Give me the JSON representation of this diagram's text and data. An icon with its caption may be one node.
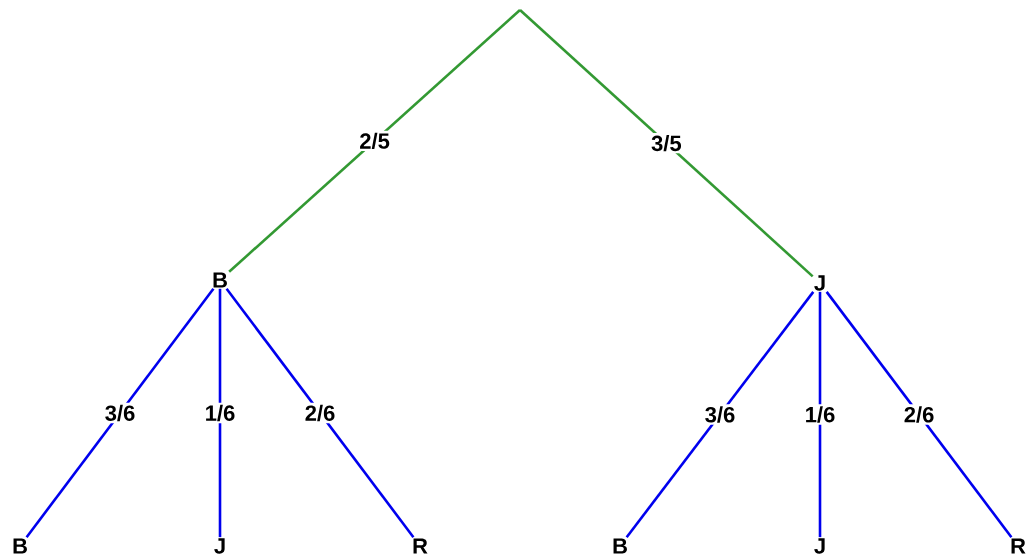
{
  "diagram": {
    "nodes": [
      {
        "text": [
          "B"
        ]
      },
      {
        "text": [
          "J"
        ]
      },
      {
        "text": [
          "B"
        ]
      },
      {
        "text": [
          "J"
        ]
      },
      {
        "text": [
          "R"
        ]
      },
      {
        "text": [
          "B"
        ]
      },
      {
        "text": [
          "J"
        ]
      },
      {
        "text": [
          "R"
        ]
      }
    ],
    "edges": [
      {
        "from": null,
        "to": 0,
        "arrow": "none",
        "label": "2/5",
        "color": "#339933"
      },
      {
        "from": null,
        "to": 1,
        "arrow": "none",
        "label": "3/5",
        "color": "#339933"
      },
      {
        "from": 0,
        "to": 2,
        "arrow": "none",
        "label": "3/6"
      },
      {
        "from": 0,
        "to": 3,
        "arrow": "none",
        "label": "1/6"
      },
      {
        "from": 0,
        "to": 4,
        "arrow": "none",
        "label": "2/6"
      },
      {
        "from": 1,
        "to": 5,
        "arrow": "none",
        "label": "3/6"
      },
      {
        "from": 1,
        "to": 6,
        "arrow": "none",
        "label": "1/6"
      },
      {
        "from": 1,
        "to": 7,
        "arrow": "none",
        "label": "2/6"
      }
    ]
  }
}
